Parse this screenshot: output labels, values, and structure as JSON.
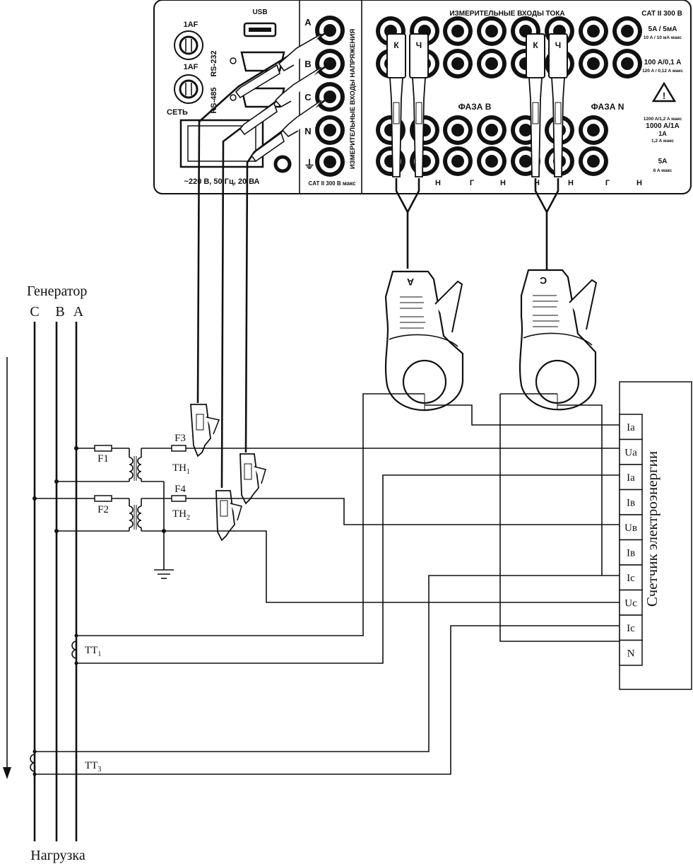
{
  "generator": {
    "label": "Генератор",
    "phases": [
      "C",
      "B",
      "A"
    ]
  },
  "load": {
    "label": "Нагрузка"
  },
  "fuses": [
    "F1",
    "F2",
    "F3",
    "F4"
  ],
  "voltage_transformers": [
    {
      "base": "TH",
      "sub": "1"
    },
    {
      "base": "TH",
      "sub": "2"
    }
  ],
  "current_transformers": [
    {
      "base": "TT",
      "sub": "1"
    },
    {
      "base": "TT",
      "sub": "3"
    }
  ],
  "meter": {
    "title": "Счетчик электроэнергии",
    "terminals": [
      "Ia",
      "Ua",
      "Ia",
      "Iв",
      "Uв",
      "Iв",
      "Ic",
      "Uc",
      "Ic",
      "N"
    ]
  },
  "device": {
    "left_panel": {
      "fuse_labels": [
        "1AF",
        "1AF"
      ],
      "usb": "USB",
      "rs232": "RS-232",
      "rs485": "RS-485",
      "mains": "СЕТЬ",
      "mains_rating": "~220 В, 50 Гц, 20 ВА"
    },
    "voltage_panel": {
      "title": "ИЗМЕРИТЕЛЬНЫЕ ВХОДЫ НАПРЯЖЕНИЯ",
      "inputs": [
        "A",
        "B",
        "C",
        "N"
      ],
      "ground": "⏚",
      "category": "CAT II  300 В макс"
    },
    "current_panel": {
      "title": "ИЗМЕРИТЕЛЬНЫЕ ВХОДЫ ТОКА",
      "category": "CAT  II 300 В",
      "phase_b": "ФАЗА В",
      "phase_n": "ФАЗА N",
      "ranges": [
        {
          "main": "5A / 5мA",
          "sub": "10 A / 10 мА макс"
        },
        {
          "main": "100 A/0,1 A",
          "sub": "120 A / 0,12 A макс"
        },
        {
          "main": "1000 A/1A",
          "sub": "1200 A/1,2 A макс",
          "extra": "1A",
          "extra_sub": "1,2 A макс"
        },
        {
          "main": "5A",
          "sub": "6 A макс"
        }
      ],
      "bottom_labels": [
        "Н",
        "Н",
        "Г",
        "Н",
        "Н",
        "Г",
        "Н"
      ],
      "warning": "!"
    },
    "plug_labels": [
      "К",
      "Ч",
      "К",
      "Ч"
    ],
    "clamps": [
      "A",
      "C"
    ]
  }
}
